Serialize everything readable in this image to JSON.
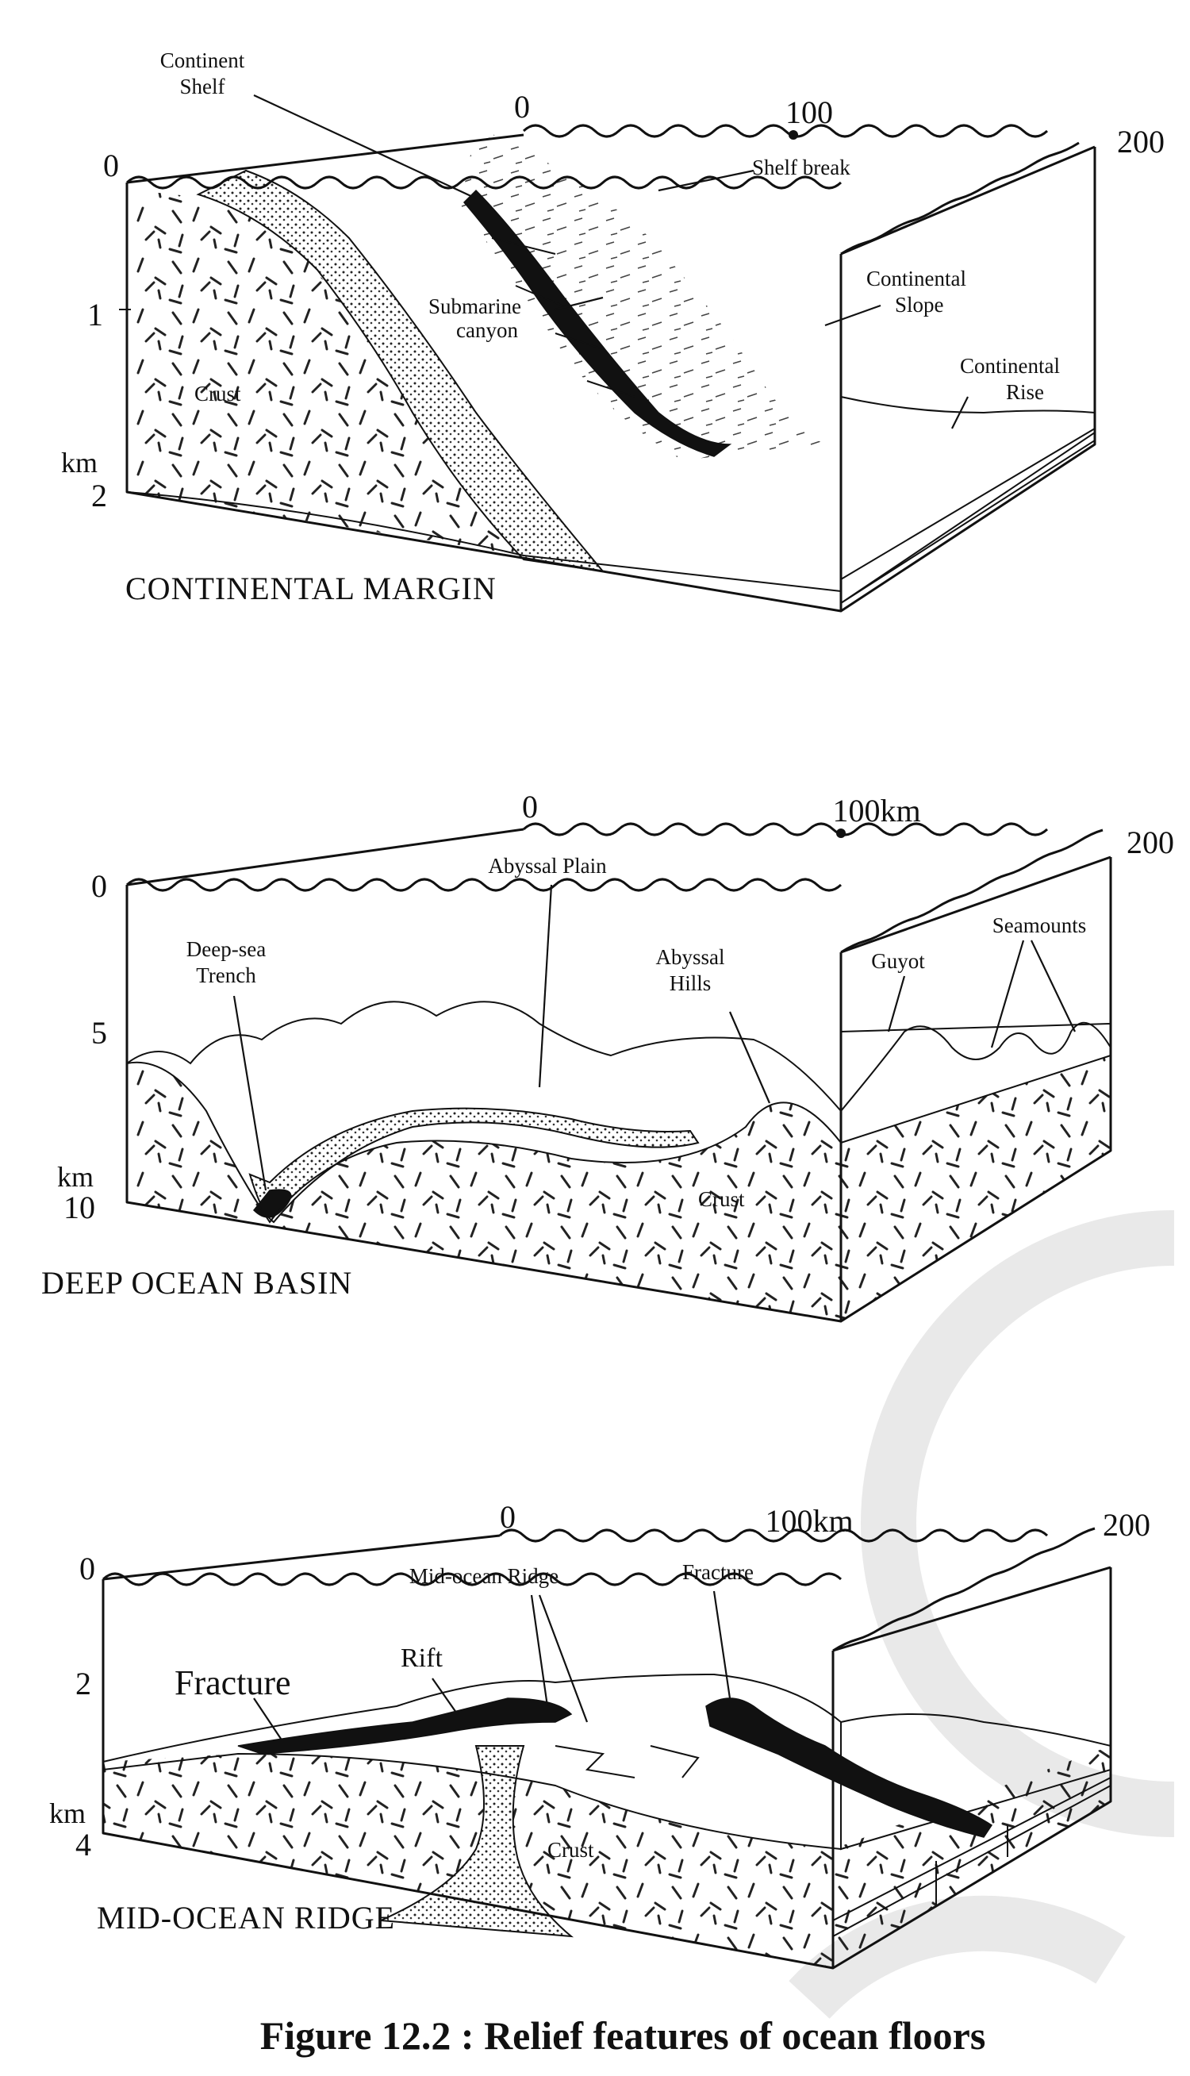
{
  "caption": "Figure 12.2 : Relief features of ocean floors",
  "continental_margin": {
    "title": "CONTINENTAL MARGIN",
    "top_scale": {
      "zero": "0",
      "mid": "100",
      "end": "200"
    },
    "depth_scale": {
      "top": "0",
      "mid": "1",
      "unit": "km",
      "bottom": "2"
    },
    "labels": {
      "continent_shelf_1": "Continent",
      "continent_shelf_2": "Shelf",
      "shelf_break": "Shelf break",
      "submarine_canyon_1": "Submarine",
      "submarine_canyon_2": "canyon",
      "continental_slope_1": "Continental",
      "continental_slope_2": "Slope",
      "continental_rise_1": "Continental",
      "continental_rise_2": "Rise",
      "crust": "Crust"
    }
  },
  "deep_ocean_basin": {
    "title": "DEEP OCEAN BASIN",
    "top_scale": {
      "zero": "0",
      "mid": "100km",
      "end": "200"
    },
    "depth_scale": {
      "top": "0",
      "mid": "5",
      "unit": "km",
      "bottom": "10"
    },
    "labels": {
      "trench_1": "Deep-sea",
      "trench_2": "Trench",
      "abyssal_plain": "Abyssal Plain",
      "abyssal_hills_1": "Abyssal",
      "abyssal_hills_2": "Hills",
      "guyot": "Guyot",
      "seamounts": "Seamounts",
      "crust": "Crust"
    }
  },
  "mid_ocean_ridge": {
    "title": "MID-OCEAN RIDGE",
    "top_scale": {
      "zero": "0",
      "mid": "100km",
      "end": "200"
    },
    "depth_scale": {
      "top": "0",
      "mid": "2",
      "unit": "km",
      "bottom": "4"
    },
    "labels": {
      "fracture_left": "Fracture",
      "rift": "Rift",
      "mid_ocean_ridge": "Mid-ocean Ridge",
      "fracture_right": "Fracture",
      "crust": "Crust"
    }
  }
}
